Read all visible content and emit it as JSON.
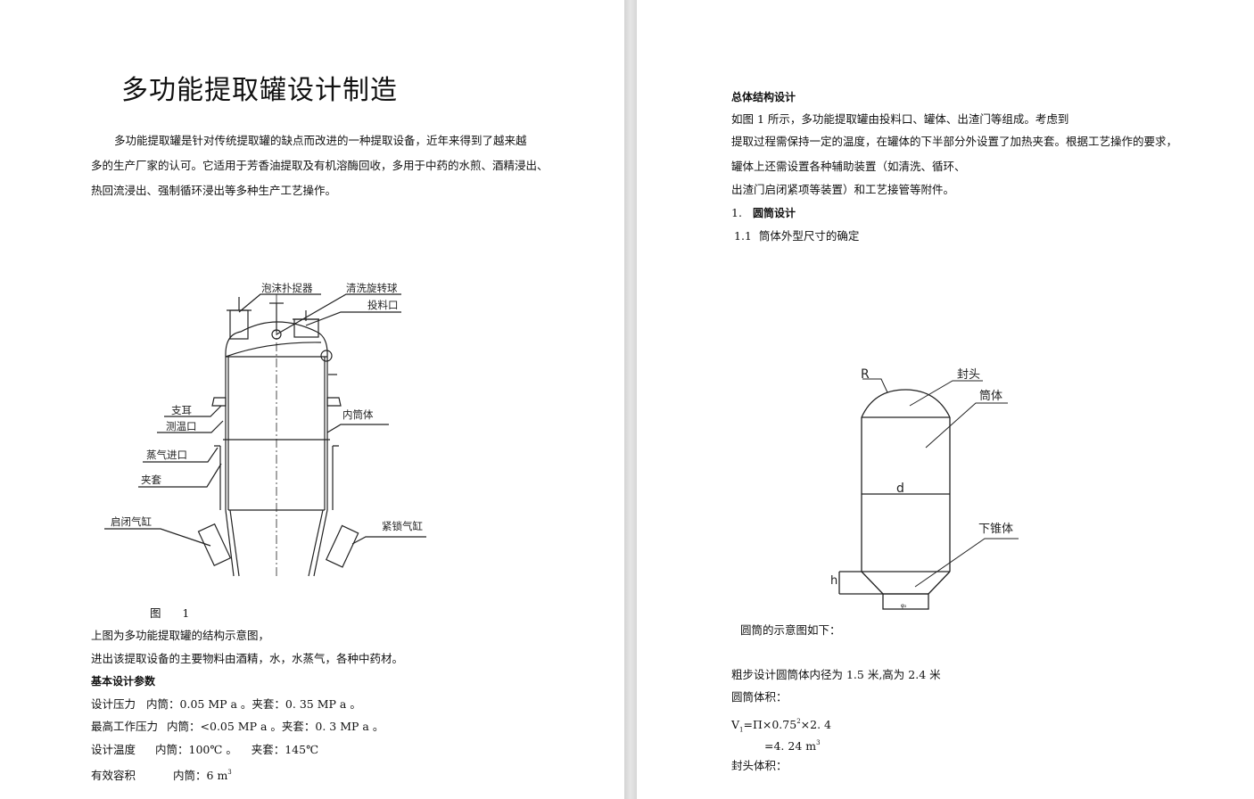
{
  "left_page": {
    "title": "多功能提取罐设计制造",
    "intro": [
      "多功能提取罐是针对传统提取罐的缺点而改进的一种提取设备，近年来得到了越来越",
      "多的生产厂家的认可。它适用于芳香油提取及有机溶酶回收，多用于中药的水煎、酒精浸出、",
      "热回流浸出、强制循环浸出等多种生产工艺操作。"
    ],
    "figure": {
      "labels": {
        "foam_catcher": "泡沫扑捉器",
        "cleaning_ball": "清洗旋转球",
        "feed_port": "投料口",
        "support_lug": "支耳",
        "temp_port": "测温口",
        "inner_shell": "内筒体",
        "steam_inlet": "蒸气进口",
        "jacket": "夹套",
        "open_cylinder": "启闭气缸",
        "lock_cylinder": "紧锁气缸"
      },
      "caption": "图      1"
    },
    "after_figure": [
      "上图为多功能提取罐的结构示意图，",
      "进出该提取设备的主要物料由酒精，水，水蒸气，各种中药材。"
    ],
    "params_heading": "基本设计参数",
    "params": [
      {
        "label": "设计压力",
        "value": "内筒：0.05 MP a 。夹套：0. 35 MP a 。"
      },
      {
        "label": "最高工作压力",
        "value": "内筒：<0.05 MP a 。夹套：0. 3 MP a 。"
      },
      {
        "label": "设计温度",
        "value": "内筒：100℃ 。    夹套：145℃"
      },
      {
        "label": "有效容积",
        "value": "内筒：6 m",
        "sup": "3"
      }
    ]
  },
  "right_page": {
    "heading": "总体结构设计",
    "paragraph": [
      "如图 1 所示，多功能提取罐由投料口、罐体、出渣门等组成。考虑到",
      "提取过程需保持一定的温度，在罐体的下半部分外设置了加热夹套。根据工艺操作的要求，",
      "罐体上还需设置各种辅助装置（如清洗、循环、",
      "出渣门启闭紧项等装置）和工艺接管等附件。"
    ],
    "section_num": "1.",
    "section_title": "圆筒设计",
    "subsection": "1.1  筒体外型尺寸的确定",
    "figure": {
      "labels": {
        "R": "R",
        "head": "封头",
        "body": "筒体",
        "d": "d",
        "cone": "下锥体",
        "h": "h",
        "bottom": "φ₂"
      }
    },
    "figure_caption": "圆筒的示意图如下：",
    "design_text": "粗步设计圆筒体内径为 1.5 米,高为 2.4 米",
    "volume_label": "圆筒体积：",
    "formula_main": "V",
    "formula_sub": "1",
    "formula_rest": "=Π×0.75",
    "formula_sq": "2",
    "formula_end": "×2. 4",
    "result": "=4. 24 m",
    "result_sup": "3",
    "head_volume_label": "封头体积："
  }
}
